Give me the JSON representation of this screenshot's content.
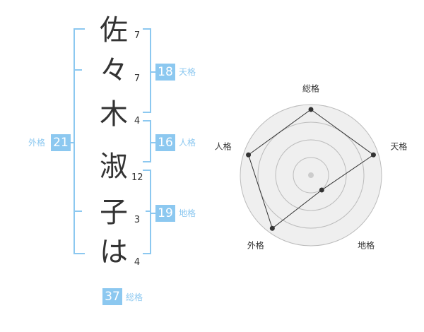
{
  "name_chars": [
    "佐",
    "々",
    "木",
    "淑",
    "子",
    "は"
  ],
  "strokes": [
    "7",
    "7",
    "4",
    "12",
    "3",
    "4"
  ],
  "kaku": {
    "tenkaku": {
      "label": "天格",
      "value": "18"
    },
    "jinkaku": {
      "label": "人格",
      "value": "16"
    },
    "chikaku": {
      "label": "地格",
      "value": "19"
    },
    "gaikaku": {
      "label": "外格",
      "value": "21"
    },
    "soukaku": {
      "label": "総格",
      "value": "37"
    }
  },
  "chart_data": {
    "type": "radar",
    "axes": [
      "総格",
      "天格",
      "地格",
      "外格",
      "人格"
    ],
    "values": [
      0.93,
      0.93,
      0.26,
      0.93,
      0.93
    ],
    "rings": 4,
    "colors": {
      "fill": "#efefef",
      "ring": "#bbbbbb",
      "line": "#333333",
      "point": "#333333",
      "center": "#cccccc"
    }
  }
}
